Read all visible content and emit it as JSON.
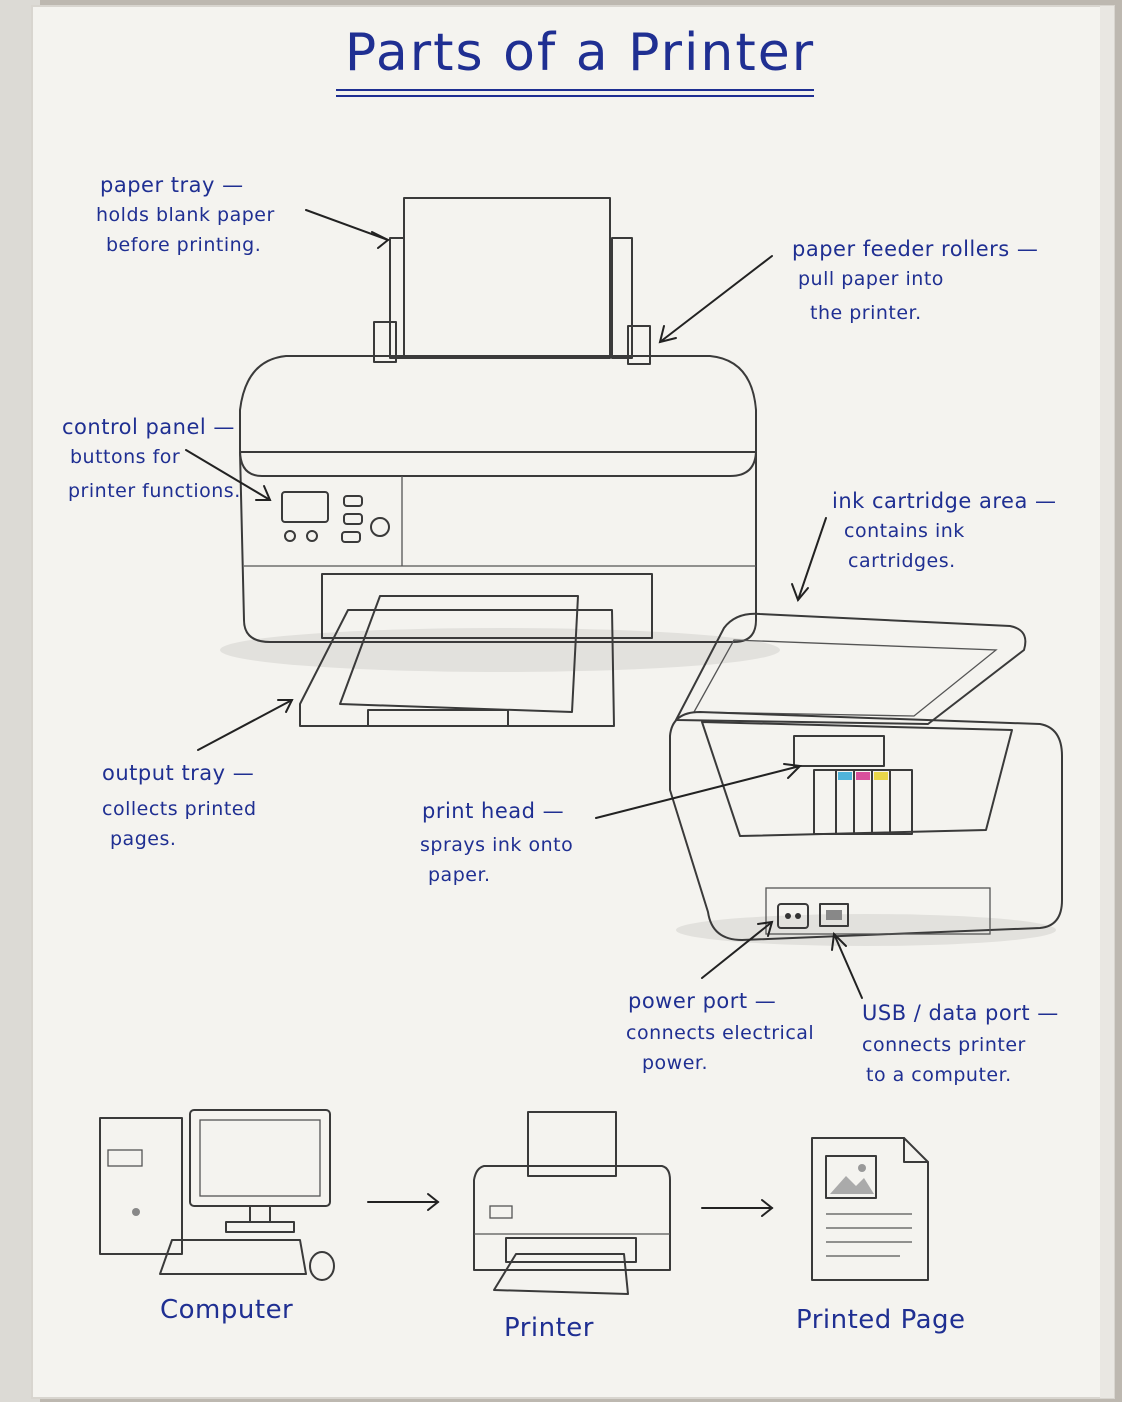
{
  "title": "Parts of a Printer",
  "labels": {
    "paper_tray": {
      "title": "paper tray —",
      "desc": [
        "holds blank paper",
        "before printing."
      ]
    },
    "paper_feeder_rollers": {
      "title": "paper feeder rollers —",
      "desc": [
        "pull paper into",
        "the printer."
      ]
    },
    "control_panel": {
      "title": "control panel —",
      "desc": [
        "buttons for",
        "printer functions."
      ]
    },
    "ink_cartridge_area": {
      "title": "ink cartridge area —",
      "desc": [
        "contains ink",
        "cartridges."
      ]
    },
    "output_tray": {
      "title": "output tray —",
      "desc": [
        "collects printed",
        "pages."
      ]
    },
    "print_head": {
      "title": "print head —",
      "desc": [
        "sprays ink onto",
        "paper."
      ]
    },
    "power_port": {
      "title": "power port —",
      "desc": [
        "connects electrical",
        "power."
      ]
    },
    "usb_data_port": {
      "title": "USB / data port —",
      "desc": [
        "connects printer",
        "to a computer."
      ]
    }
  },
  "flow": {
    "steps": [
      "Computer",
      "Printer",
      "Printed Page"
    ]
  },
  "colors": {
    "ink": "#1f2f92",
    "paper": "#f4f3ef",
    "cartridge_cyan": "#4fb3d9",
    "cartridge_magenta": "#d94f9c",
    "cartridge_yellow": "#e8d64a",
    "cartridge_black": "#222222"
  }
}
